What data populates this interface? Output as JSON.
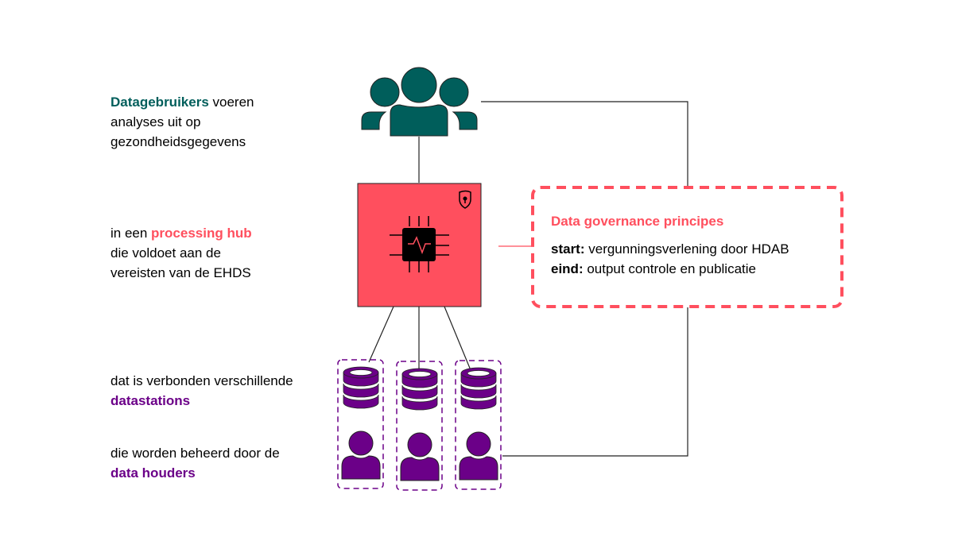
{
  "users_text": {
    "highlight": "Datagebruikers",
    "rest1": " voeren",
    "line2": "analyses uit op",
    "line3": "gezondheidsgegevens"
  },
  "hub_text": {
    "prefix": "in een ",
    "highlight": "processing hub",
    "line2": "die voldoet aan de",
    "line3": "vereisten van de EHDS"
  },
  "stations_text": {
    "line1": "dat is verbonden verschillende",
    "highlight": "datastations"
  },
  "holders_text": {
    "line1": "die worden beheerd door de",
    "highlight": "data houders"
  },
  "governance": {
    "title": "Data governance principes",
    "start_label": "start:",
    "start_text": " vergunningsverlening door HDAB",
    "end_label": "eind:",
    "end_text": " output controle en publicatie"
  },
  "colors": {
    "teal": "#005e5b",
    "red": "#ff4f5e",
    "purple": "#6b0088"
  }
}
